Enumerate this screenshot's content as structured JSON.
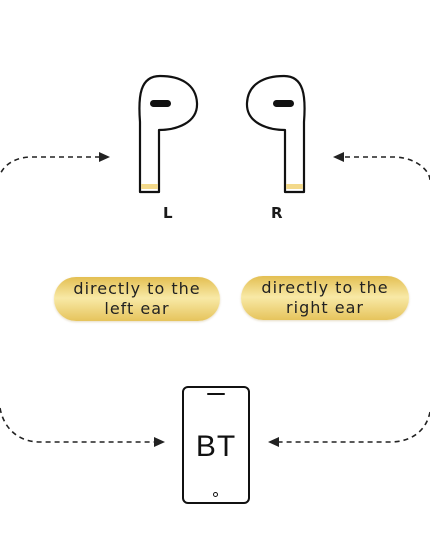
{
  "earbuds": {
    "left_label": "L",
    "right_label": "R",
    "accent_color": "#f3d98a"
  },
  "pills": {
    "left_line1": "directly to the",
    "left_line2": "left ear",
    "right_line1": "directly to the",
    "right_line2": "right ear",
    "gold_color": "#e8c65a"
  },
  "phone": {
    "label": "BT"
  },
  "arrows": {
    "style": "dashed",
    "color": "#222222"
  }
}
